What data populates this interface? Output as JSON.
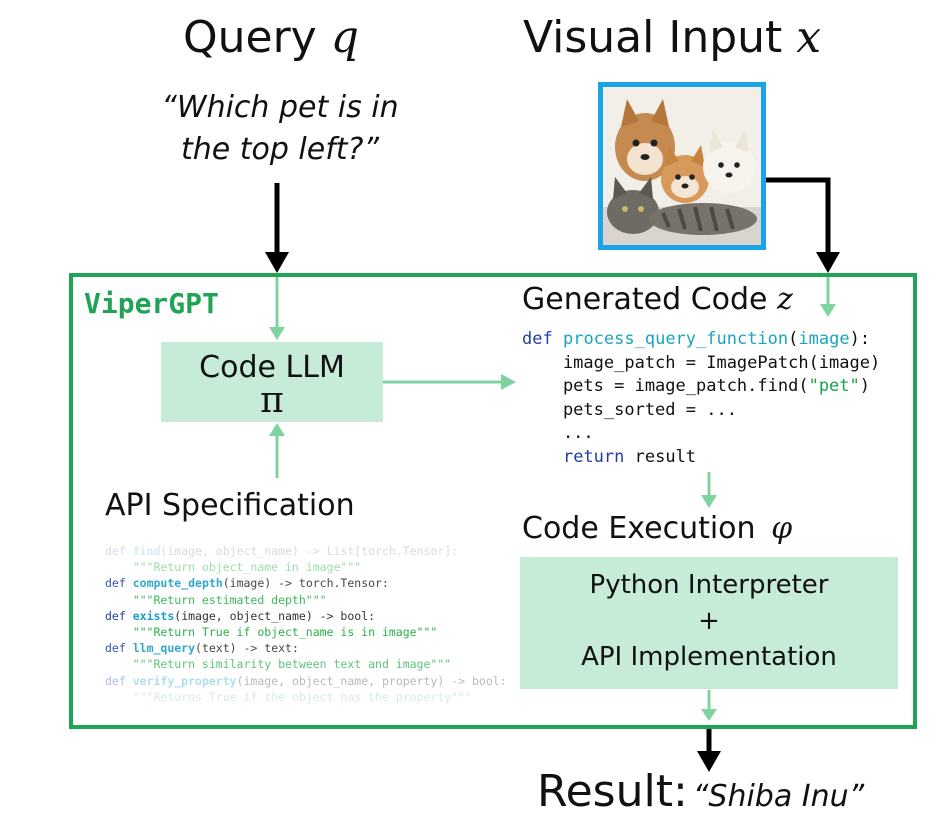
{
  "query": {
    "title": "Query",
    "var": "q",
    "text_line1": "“Which pet is in",
    "text_line2": "the top left?”"
  },
  "visual": {
    "title": "Visual Input",
    "var": "x"
  },
  "brand": "ViperGPT",
  "code_llm": {
    "label": "Code LLM",
    "symbol": "π"
  },
  "generated": {
    "title": "Generated Code",
    "var": "z",
    "lines": [
      [
        {
          "t": "def",
          "c": "kw"
        },
        {
          "t": " "
        },
        {
          "t": "process_query_function",
          "c": "fn"
        },
        {
          "t": "("
        },
        {
          "t": "image",
          "c": "fn"
        },
        {
          "t": "):"
        }
      ],
      [
        {
          "t": "    image_patch = ImagePatch(image)"
        }
      ],
      [
        {
          "t": "    pets = image_patch.find("
        },
        {
          "t": "\"pet\"",
          "c": "str"
        },
        {
          "t": ")"
        }
      ],
      [
        {
          "t": "    pets_sorted = ..."
        }
      ],
      [
        {
          "t": "    ..."
        }
      ],
      [
        {
          "t": "    "
        },
        {
          "t": "return",
          "c": "kw"
        },
        {
          "t": " result"
        }
      ]
    ]
  },
  "api_spec": {
    "title": "API Specification",
    "lines": [
      {
        "o": 0.18,
        "p": [
          {
            "t": "def",
            "c": "k"
          },
          {
            "t": " "
          },
          {
            "t": "find",
            "c": "f"
          },
          {
            "t": "(image, object_name) -> List[torch.Tensor]:"
          }
        ]
      },
      {
        "o": 0.45,
        "p": [
          {
            "t": "    \"\"\"Return object_name in image\"\"\"",
            "c": "d"
          }
        ]
      },
      {
        "o": 0.9,
        "p": [
          {
            "t": "def",
            "c": "k"
          },
          {
            "t": " "
          },
          {
            "t": "compute_depth",
            "c": "f"
          },
          {
            "t": "(image) -> torch.Tensor:"
          }
        ]
      },
      {
        "o": 0.9,
        "p": [
          {
            "t": "    \"\"\"Return estimated depth\"\"\"",
            "c": "d"
          }
        ]
      },
      {
        "o": 1.0,
        "p": [
          {
            "t": "def",
            "c": "k"
          },
          {
            "t": " "
          },
          {
            "t": "exists",
            "c": "f"
          },
          {
            "t": "(image, object_name) -> bool:"
          }
        ]
      },
      {
        "o": 1.0,
        "p": [
          {
            "t": "    \"\"\"Return True if object_name is in image\"\"\"",
            "c": "d"
          }
        ]
      },
      {
        "o": 0.9,
        "p": [
          {
            "t": "def",
            "c": "k"
          },
          {
            "t": " "
          },
          {
            "t": "llm_query",
            "c": "f"
          },
          {
            "t": "(text) -> text:"
          }
        ]
      },
      {
        "o": 0.75,
        "p": [
          {
            "t": "    \"\"\"Return similarity between text and image\"\"\"",
            "c": "d"
          }
        ]
      },
      {
        "o": 0.35,
        "p": [
          {
            "t": "def",
            "c": "k"
          },
          {
            "t": " "
          },
          {
            "t": "verify_property",
            "c": "f"
          },
          {
            "t": "(image, object_name, property) -> bool:"
          }
        ]
      },
      {
        "o": 0.2,
        "p": [
          {
            "t": "    \"\"\"Returns True if the object has the property\"\"\"",
            "c": "d"
          }
        ]
      }
    ]
  },
  "execution": {
    "title": "Code Execution",
    "var": "φ",
    "line1": "Python Interpreter",
    "line2": "+",
    "line3": "API Implementation"
  },
  "result": {
    "label": "Result:",
    "value": "“Shiba Inu”"
  },
  "colors": {
    "frame": "#1fa355",
    "box": "#c6ebd6",
    "arrow_light": "#7fd3a1",
    "arrow_dark": "#000000",
    "photo_border": "#1aa3e6"
  },
  "icons": {
    "photo": "dogs-and-cat-photo"
  }
}
